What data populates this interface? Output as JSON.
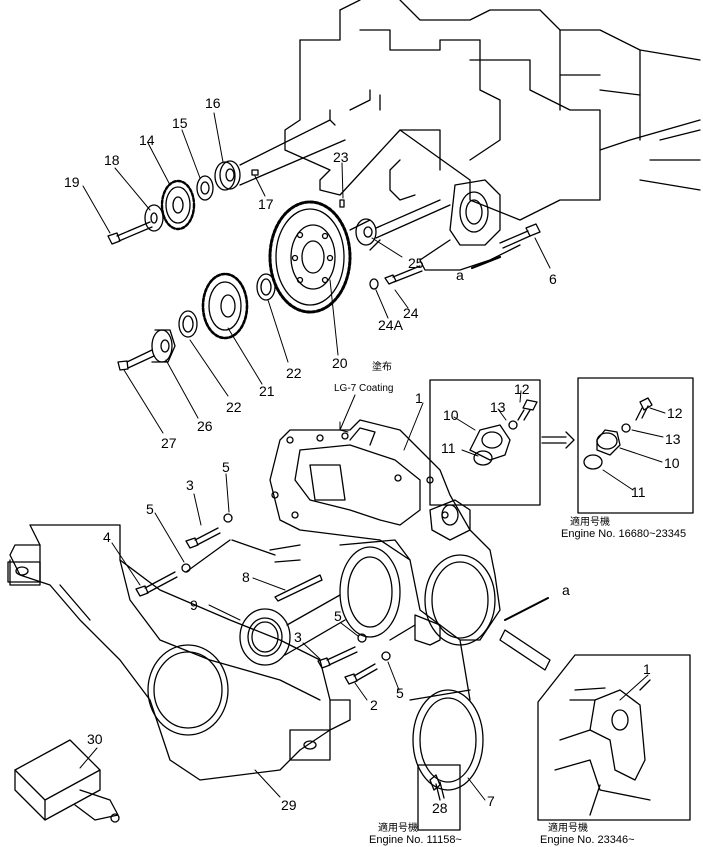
{
  "callouts": {
    "p1": "1",
    "p1b": "1",
    "p2": "2",
    "p3a": "3",
    "p3b": "3",
    "p4": "4",
    "p5a": "5",
    "p5b": "5",
    "p5c": "5",
    "p5d": "5",
    "p6": "6",
    "p7": "7",
    "p8": "8",
    "p9": "9",
    "p10a": "10",
    "p10b": "10",
    "p11a": "11",
    "p11b": "11",
    "p12a": "12",
    "p12b": "12",
    "p13a": "13",
    "p13b": "13",
    "p14": "14",
    "p15": "15",
    "p16": "16",
    "p17": "17",
    "p18": "18",
    "p19": "19",
    "p20": "20",
    "p21": "21",
    "p22a": "22",
    "p22b": "22",
    "p23": "23",
    "p24": "24",
    "p24a": "24A",
    "p25": "25",
    "p26": "26",
    "p27": "27",
    "p28": "28",
    "p29": "29",
    "p30": "30",
    "view_a1": "a",
    "view_a2": "a"
  },
  "notes": {
    "coating_jp": "塗布",
    "coating_en": "LG-7 Coating",
    "applicable_jp_1": "適用号機",
    "applicable_jp_2": "適用号機",
    "applicable_jp_3": "適用号機"
  },
  "engines": {
    "range_upper": "Engine No. 16680~23345",
    "range_lower_left": "Engine No. 11158~",
    "range_lower_right": "Engine No. 23346~"
  }
}
